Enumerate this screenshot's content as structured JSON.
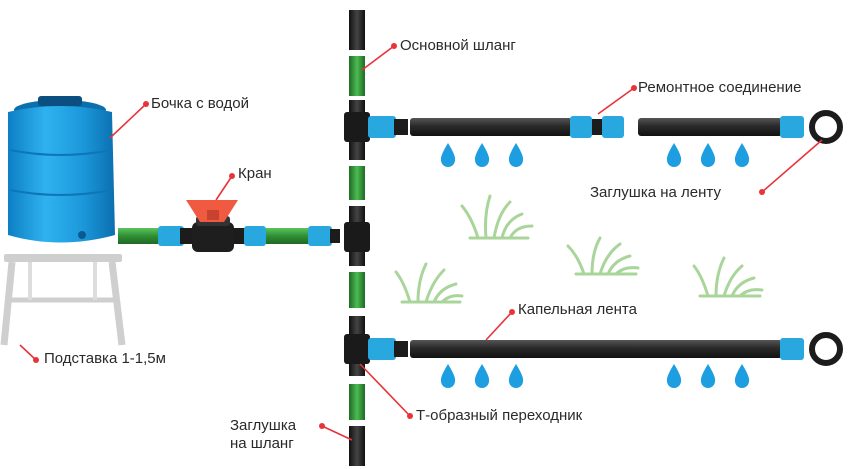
{
  "colors": {
    "label_line": "#e8333a",
    "tank_blue": "#1aa3e6",
    "green_hose": "#3a9b3e",
    "black_pipe": "#2b2b2b",
    "fitting_blue": "#29a8e0",
    "valve_red": "#ef5a40",
    "water_drop": "#1d9ee0",
    "grass_green": "#a9d59a"
  },
  "labels": {
    "main_hose": "Основной шланг",
    "water_tank": "Бочка с водой",
    "repair_coupling": "Ремонтное соединение",
    "tap": "Кран",
    "tape_plug": "Заглушка на ленту",
    "drip_tape": "Капельная лента",
    "stand": "Подставка 1-1,5м",
    "t_adapter": "Т-образный переходник",
    "hose_plug_line1": "Заглушка",
    "hose_plug_line2": "на шланг"
  }
}
